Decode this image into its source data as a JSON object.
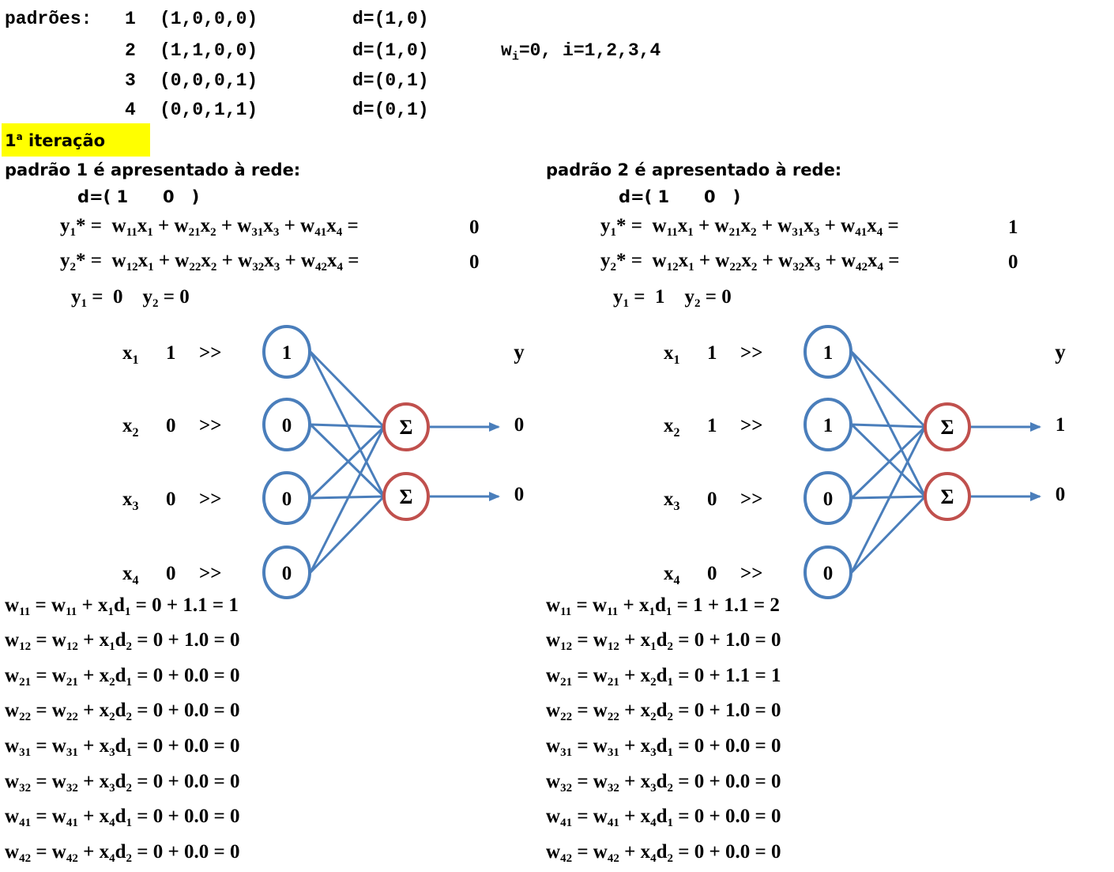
{
  "patterns": {
    "label": "padrões:",
    "rows": [
      {
        "n": "1",
        "x": "(1,0,0,0)",
        "d": "d=(1,0)"
      },
      {
        "n": "2",
        "x": "(1,1,0,0)",
        "d": "d=(1,0)"
      },
      {
        "n": "3",
        "x": "(0,0,0,1)",
        "d": "d=(0,1)"
      },
      {
        "n": "4",
        "x": "(0,0,1,1)",
        "d": "d=(0,1)"
      }
    ],
    "init_weights": "=0, i=1,2,3,4"
  },
  "iteration": {
    "number": "1",
    "sup": "a",
    "label": " iteração"
  },
  "panels": [
    {
      "title": "padrão 1 é apresentado à rede:",
      "d_prefix": "d=(",
      "d1": "1",
      "d2": "0",
      "d_suffix": ")",
      "y1_star": "0",
      "y2_star": "0",
      "y1": "0",
      "y2": "0",
      "inputs": [
        "1",
        "0",
        "0",
        "0"
      ],
      "outputs": [
        "0",
        "0"
      ],
      "y_label": "y",
      "updates": [
        "0 + 1.1 = 1",
        "0 + 1.0 = 0",
        "0 + 0.0 = 0",
        "0 + 0.0 = 0",
        "0 + 0.0 = 0",
        "0 + 0.0 = 0",
        "0 + 0.0 = 0",
        "0 + 0.0 = 0"
      ]
    },
    {
      "title": "padrão 2 é apresentado à rede:",
      "d_prefix": "d=(",
      "d1": "1",
      "d2": "0",
      "d_suffix": ")",
      "y1_star": "1",
      "y2_star": "0",
      "y1": "1",
      "y2": "0",
      "inputs": [
        "1",
        "1",
        "0",
        "0"
      ],
      "outputs": [
        "1",
        "0"
      ],
      "y_label": "y",
      "updates": [
        "1 + 1.1 = 2",
        "0 + 1.0 = 0",
        "0 + 1.1 = 1",
        "0 + 1.0 = 0",
        "0 + 0.0 = 0",
        "0 + 0.0 = 0",
        "0 + 0.0 = 0",
        "0 + 0.0 = 0"
      ]
    }
  ],
  "colors": {
    "input_node": "#4a7ebb",
    "sum_node": "#c0504d",
    "edge": "#4a7ebb",
    "highlight": "#ffff00"
  }
}
